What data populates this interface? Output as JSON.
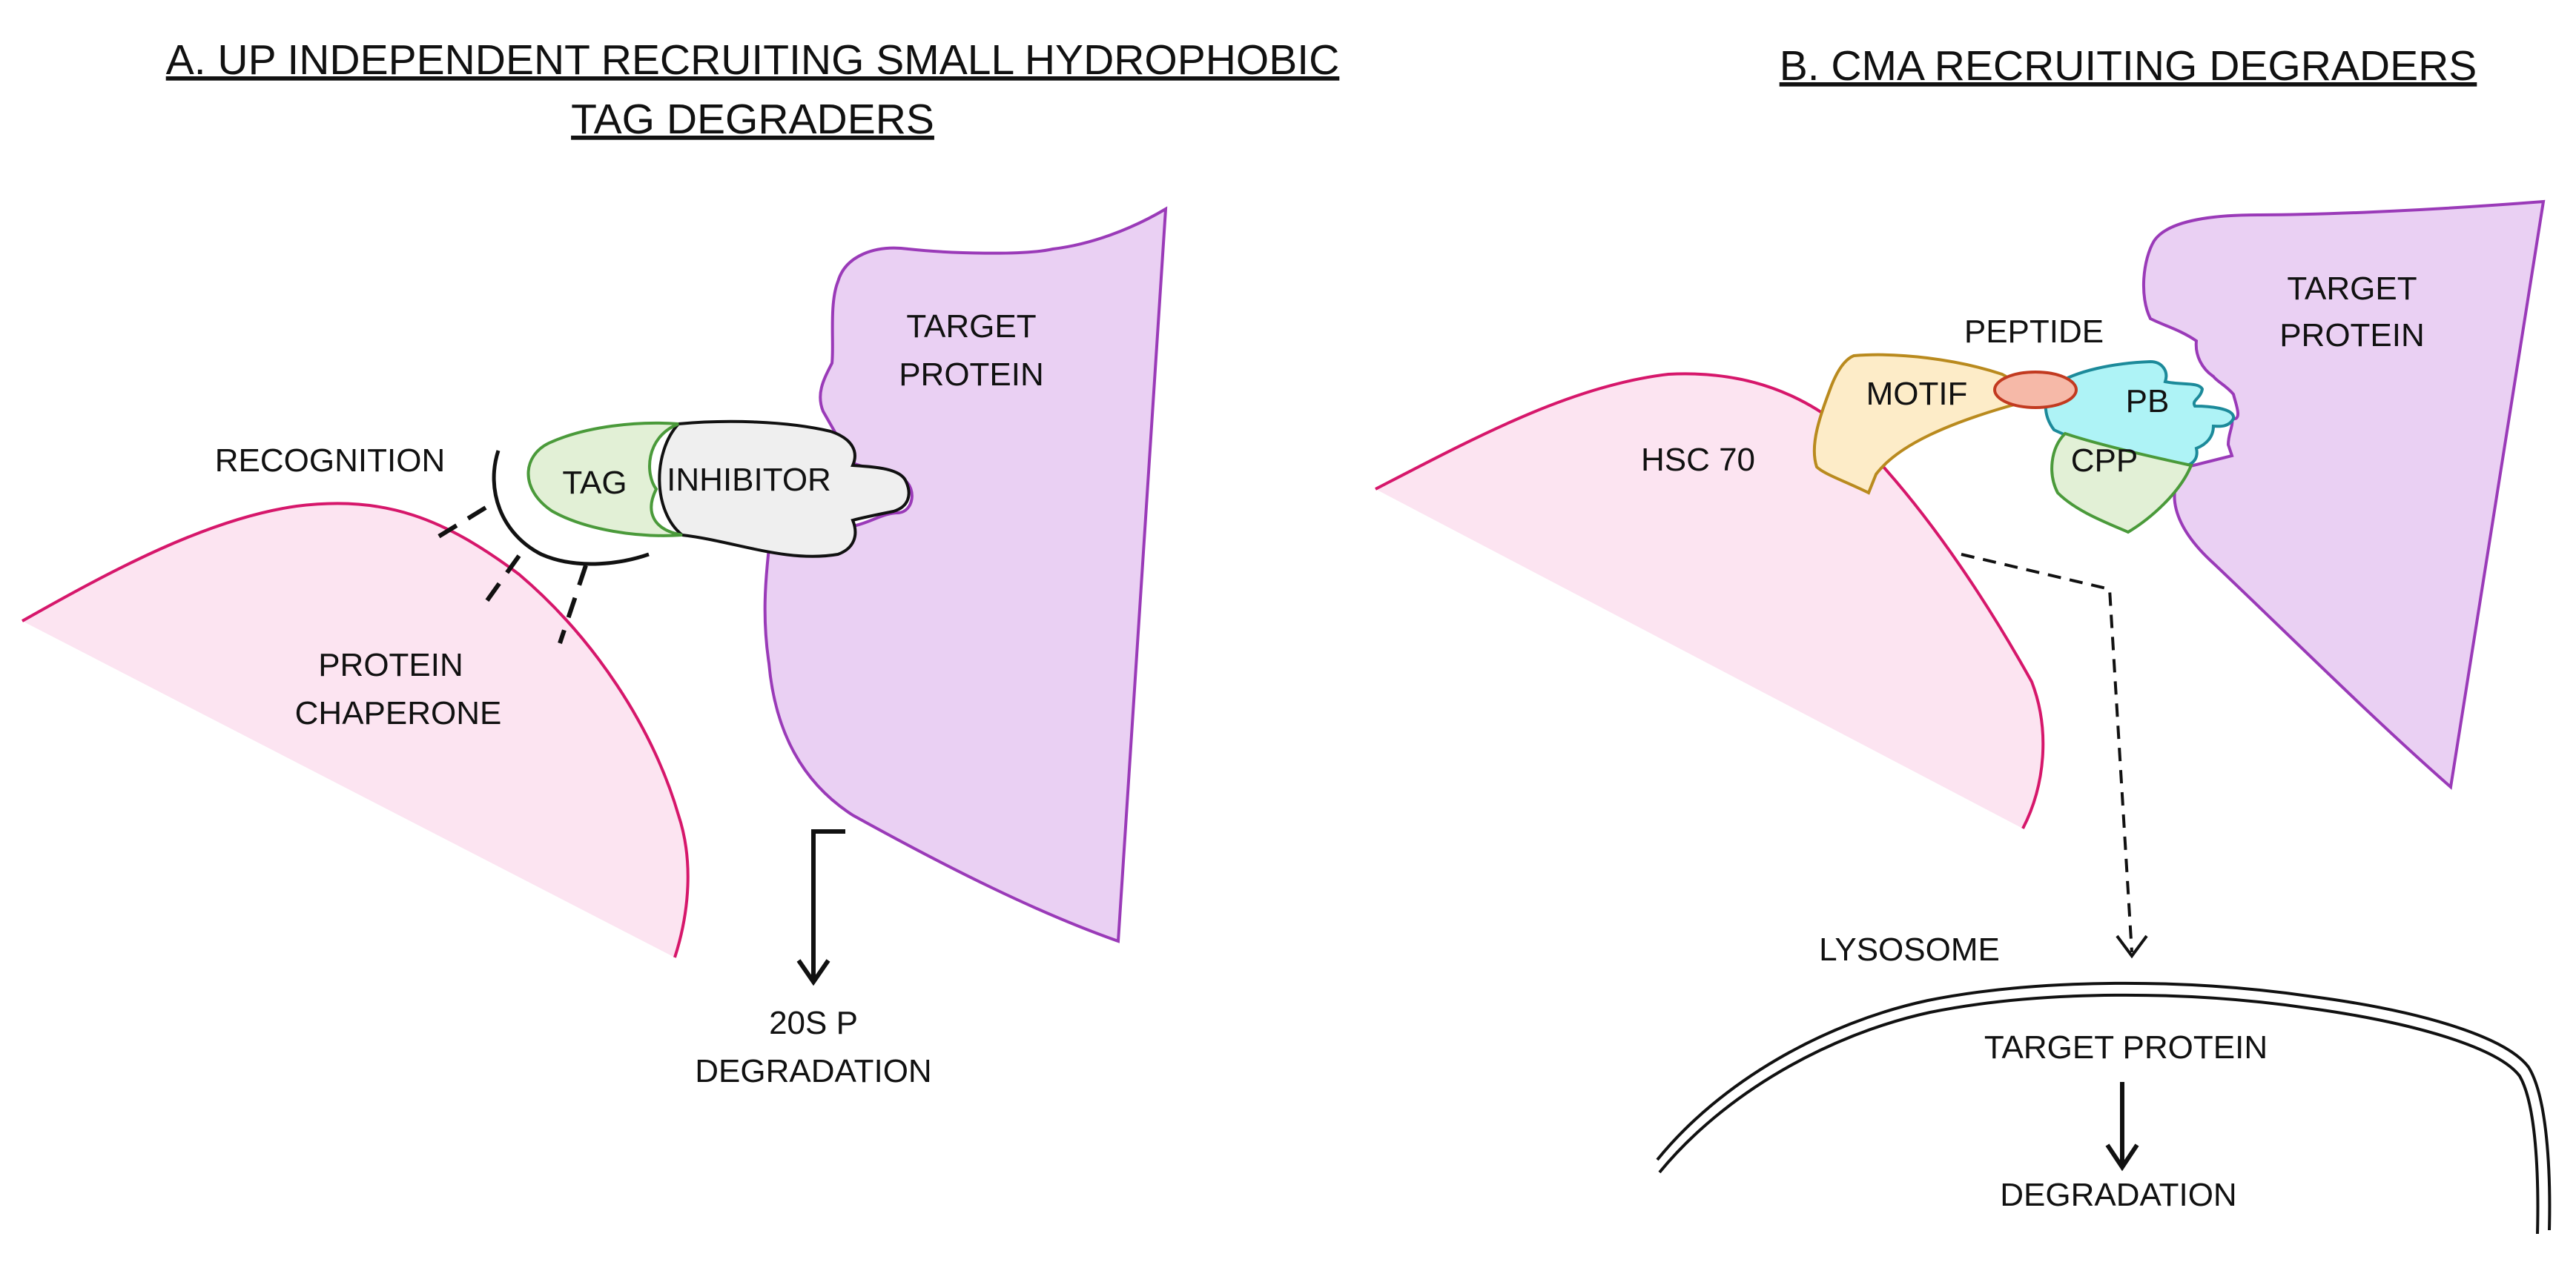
{
  "panel_a": {
    "title_line1": "A. UP INDEPENDENT RECRUITING SMALL HYDROPHOBIC",
    "title_line2": "TAG DEGRADERS",
    "target_protein_line1": "TARGET",
    "target_protein_line2": "PROTEIN",
    "recognition": "RECOGNITION",
    "tag": "TAG",
    "inhibitor": "INHIBITOR",
    "chaperone_line1": "PROTEIN",
    "chaperone_line2": "CHAPERONE",
    "degradation_line1": "20S P",
    "degradation_line2": "DEGRADATION"
  },
  "panel_b": {
    "title": "B. CMA RECRUITING DEGRADERS",
    "target_protein_line1": "TARGET",
    "target_protein_line2": "PROTEIN",
    "peptide": "PEPTIDE",
    "motif": "MOTIF",
    "pb": "PB",
    "cpp": "CPP",
    "hsc70": "HSC 70",
    "lysosome": "LYSOSOME",
    "lysosome_target": "TARGET PROTEIN",
    "lysosome_degradation": "DEGRADATION"
  },
  "colors": {
    "chaperone_fill": "#fce4f1",
    "chaperone_stroke": "#d6176b",
    "target_fill": "#ead0f3",
    "target_stroke": "#9a3ab8",
    "tag_fill": "#e2f0d6",
    "tag_stroke": "#4a9a3a",
    "inhibitor_fill": "#efefef",
    "motif_fill": "#fdecc8",
    "motif_stroke": "#b98a1e",
    "peptide_fill": "#f6b9a8",
    "peptide_stroke": "#c23a20",
    "pb_fill": "#aef3f6",
    "pb_stroke": "#1c8a9a"
  }
}
